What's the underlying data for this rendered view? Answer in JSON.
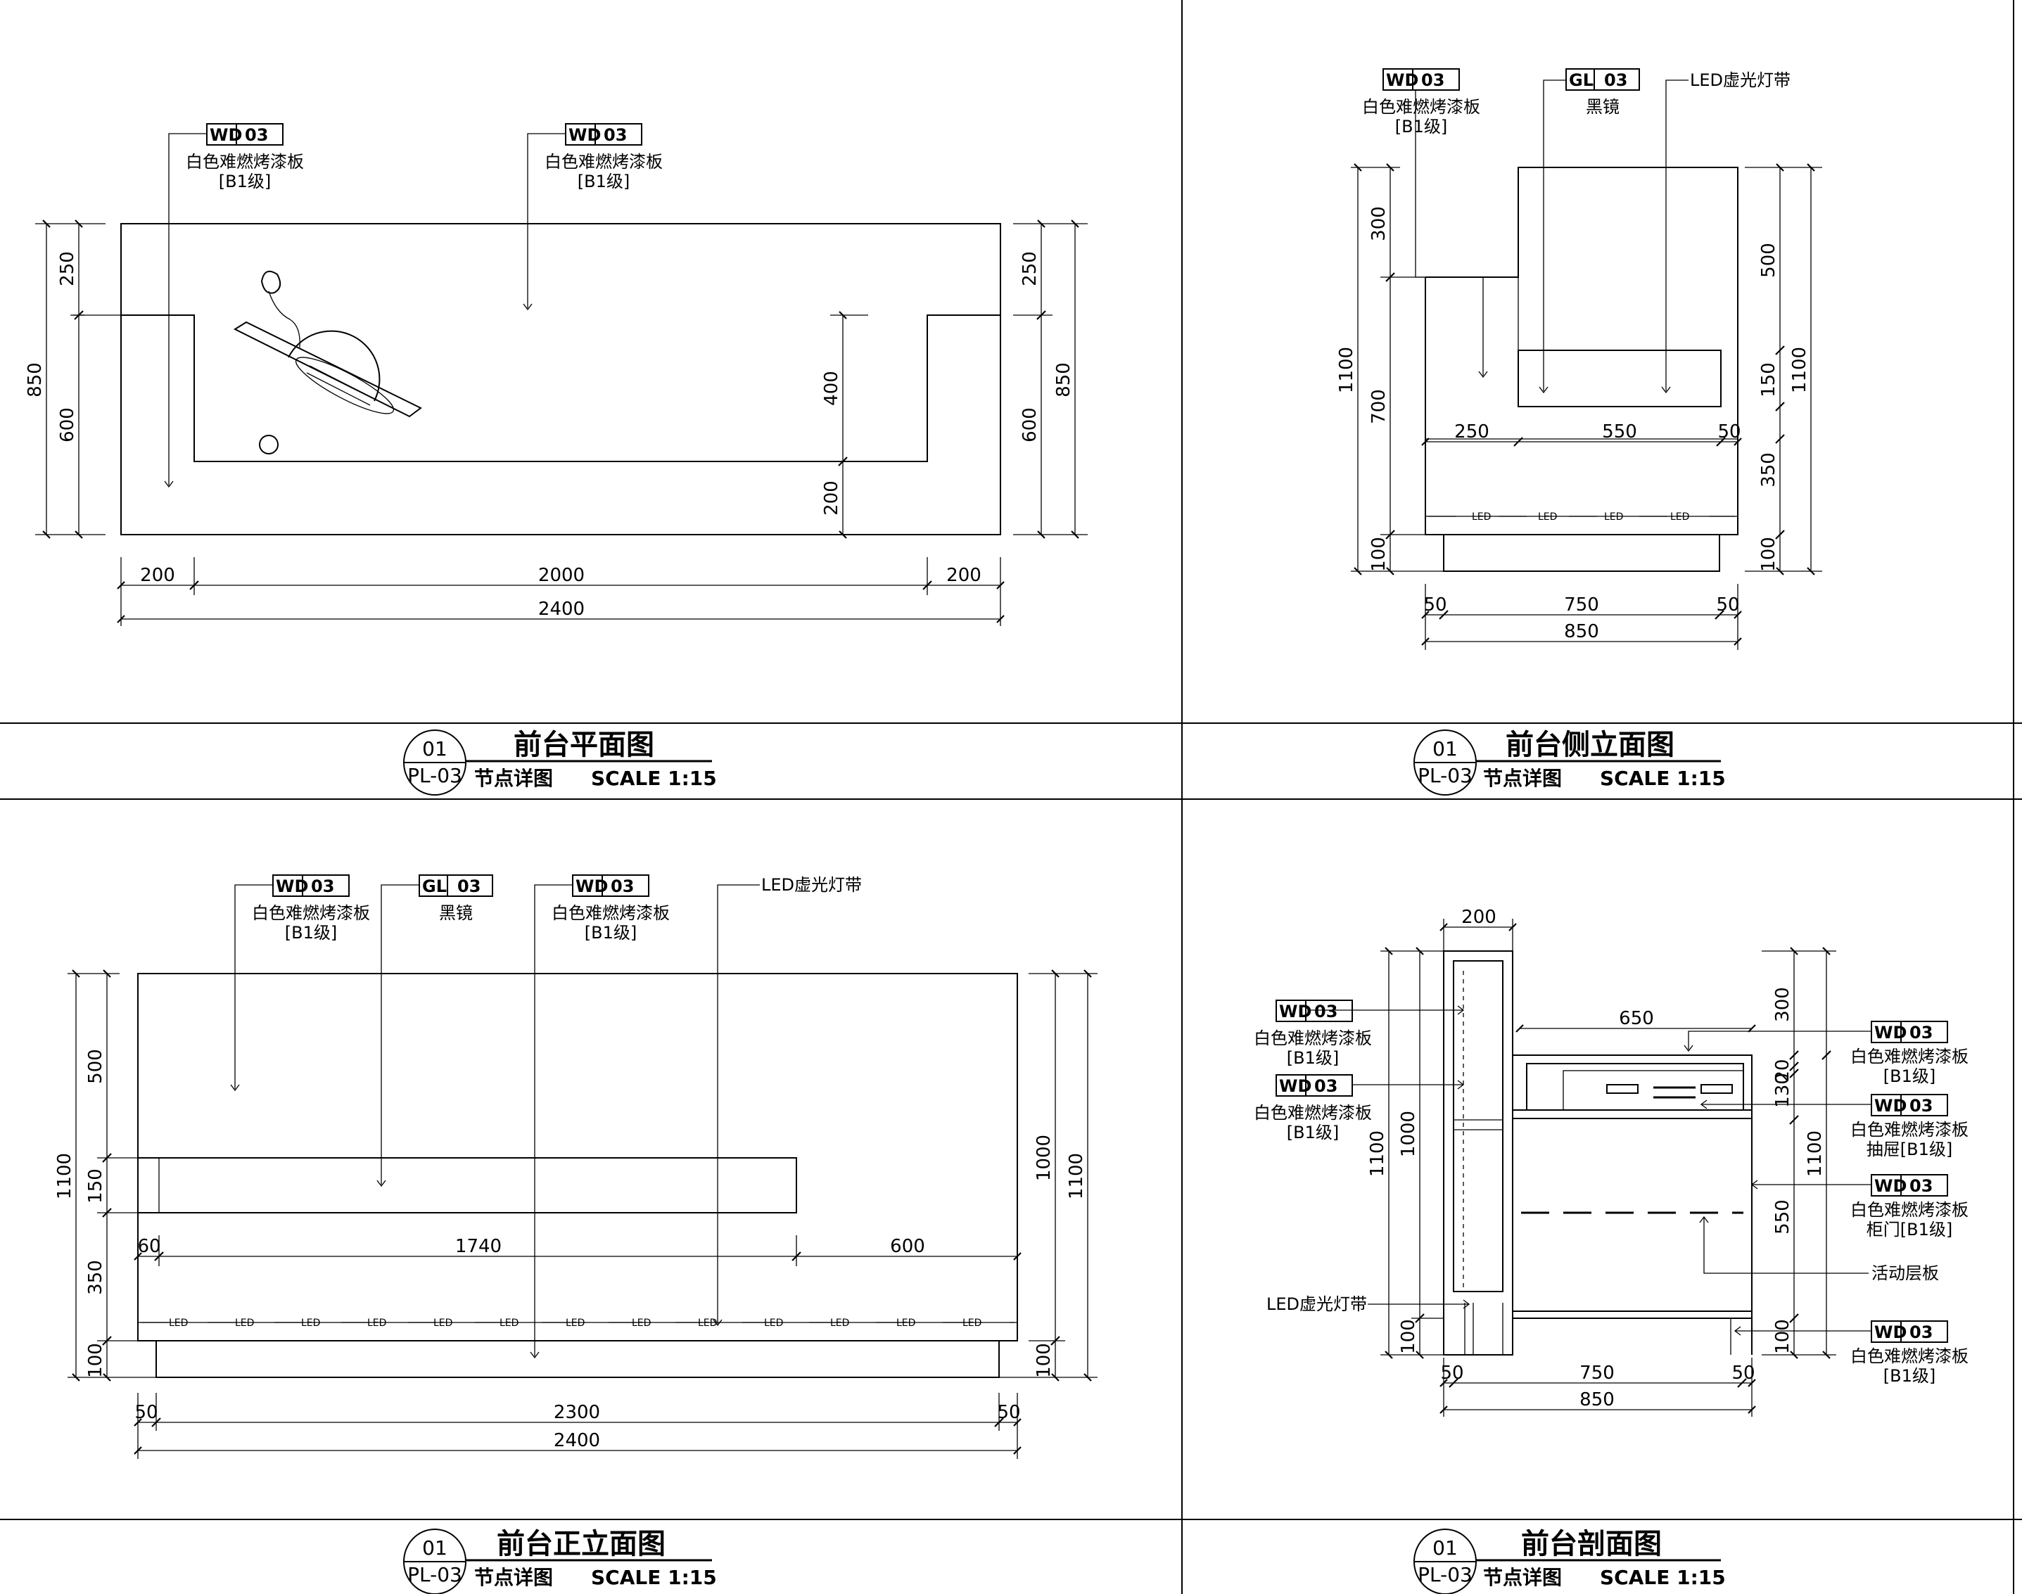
{
  "panels": {
    "plan": {
      "title": "前台平面图",
      "number": "01",
      "sheet": "PL-03",
      "subtitle": "节点详图",
      "scale": "SCALE 1:15",
      "tags": [
        {
          "code": "WD",
          "num": "03",
          "name": "白色难燃烤漆板",
          "grade": "[B1级]"
        },
        {
          "code": "WD",
          "num": "03",
          "name": "白色难燃烤漆板",
          "grade": "[B1级]"
        }
      ],
      "dims": {
        "d250": "250",
        "d600": "600",
        "d850": "850",
        "d400": "400",
        "d200": "200",
        "d2000": "2000",
        "d2400": "2400"
      }
    },
    "side": {
      "title": "前台侧立面图",
      "number": "01",
      "sheet": "PL-03",
      "subtitle": "节点详图",
      "scale": "SCALE 1:15",
      "tags": [
        {
          "code": "WD",
          "num": "03",
          "name": "白色难燃烤漆板",
          "grade": "[B1级]"
        },
        {
          "code": "GL",
          "num": "03",
          "name": "黑镜"
        }
      ],
      "led_strip": "LED虚光灯带",
      "led_text": "LED",
      "dims": {
        "d300": "300",
        "d700": "700",
        "d1100": "1100",
        "d100": "100",
        "d500": "500",
        "d150": "150",
        "d350": "350",
        "d250": "250",
        "d550": "550",
        "d50": "50",
        "d750": "750",
        "d850": "850"
      }
    },
    "front": {
      "title": "前台正立面图",
      "number": "01",
      "sheet": "PL-03",
      "subtitle": "节点详图",
      "scale": "SCALE 1:15",
      "tags": [
        {
          "code": "WD",
          "num": "03",
          "name": "白色难燃烤漆板",
          "grade": "[B1级]"
        },
        {
          "code": "GL",
          "num": "03",
          "name": "黑镜"
        },
        {
          "code": "WD",
          "num": "03",
          "name": "白色难燃烤漆板",
          "grade": "[B1级]"
        }
      ],
      "led_strip": "LED虚光灯带",
      "led_text": "LED",
      "dims": {
        "d500": "500",
        "d150": "150",
        "d350": "350",
        "d100": "100",
        "d1100": "1100",
        "d1000": "1000",
        "d60": "60",
        "d1740": "1740",
        "d600": "600",
        "d50": "50",
        "d2300": "2300",
        "d2400": "2400"
      }
    },
    "section": {
      "title": "前台剖面图",
      "number": "01",
      "sheet": "PL-03",
      "subtitle": "节点详图",
      "scale": "SCALE 1:15",
      "tags_left": [
        {
          "code": "WD",
          "num": "03",
          "name": "白色难燃烤漆板",
          "grade": "[B1级]"
        },
        {
          "code": "WD",
          "num": "03",
          "name": "白色难燃烤漆板",
          "grade": "[B1级]"
        }
      ],
      "led_strip": "LED虚光灯带",
      "tags_right": [
        {
          "code": "WD",
          "num": "03",
          "name": "白色难燃烤漆板",
          "grade": "[B1级]"
        },
        {
          "code": "WD",
          "num": "03",
          "name": "白色难燃烤漆板",
          "grade": "抽屉[B1级]"
        },
        {
          "code": "WD",
          "num": "03",
          "name": "白色难燃烤漆板",
          "grade": "柜门[B1级]"
        },
        {
          "label": "活动层板"
        },
        {
          "code": "WD",
          "num": "03",
          "name": "白色难燃烤漆板",
          "grade": "[B1级]"
        }
      ],
      "dims": {
        "d200": "200",
        "d650": "650",
        "d1100": "1100",
        "d1000": "1000",
        "d100": "100",
        "d300": "300",
        "d30": "30",
        "d20": "20",
        "d130": "130",
        "d550": "550",
        "d50": "50",
        "d750": "750",
        "d850": "850"
      }
    }
  }
}
